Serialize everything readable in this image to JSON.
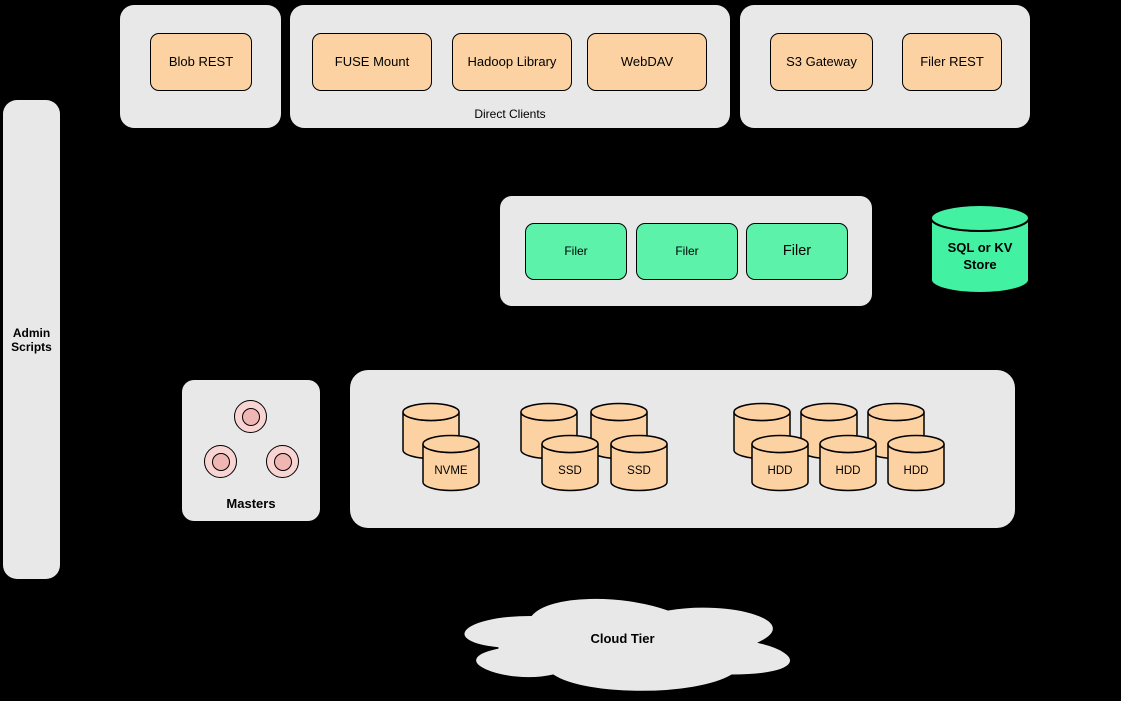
{
  "colors": {
    "background": "#000000",
    "container_gray": "#e8e8e8",
    "node_orange": "#fcd2a2",
    "node_green": "#5cf2aa",
    "store_green": "#42f1a2",
    "master_pink": "#f8d5d3",
    "master_pink_inner": "#efb6b4"
  },
  "clients": {
    "blob_group": {
      "blob_rest": "Blob REST"
    },
    "direct_group": {
      "label": "Direct Clients",
      "fuse_mount": "FUSE Mount",
      "hadoop_library": "Hadoop Library",
      "webdav": "WebDAV"
    },
    "gateway_group": {
      "s3_gateway": "S3 Gateway",
      "filer_rest": "Filer REST"
    }
  },
  "admin": {
    "label": "Admin\nScripts"
  },
  "filer_group": {
    "filers": [
      "Filer",
      "Filer",
      "Filer"
    ]
  },
  "metadata_store": {
    "label": "SQL or KV\nStore"
  },
  "masters": {
    "label": "Masters",
    "node_count": 3
  },
  "volume_servers": {
    "nvme": {
      "label": "NVME",
      "disk_count": 2
    },
    "ssd": {
      "labels": [
        "SSD",
        "SSD"
      ],
      "disk_count": 4
    },
    "hdd": {
      "labels": [
        "HDD",
        "HDD",
        "HDD"
      ],
      "disk_count": 6
    }
  },
  "cloud": {
    "label": "Cloud Tier"
  }
}
